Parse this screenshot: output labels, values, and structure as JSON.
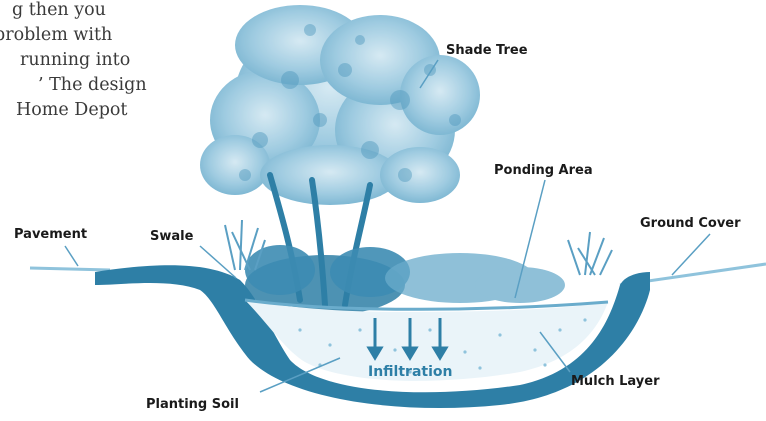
{
  "text_fragment": {
    "lines": [
      "g then you",
      "problem with",
      "running into",
      "’ The design",
      "Home Depot"
    ]
  },
  "labels": {
    "shade_tree": "Shade Tree",
    "ponding_area": "Ponding Area",
    "pavement": "Pavement",
    "swale": "Swale",
    "ground_cover": "Ground Cover",
    "infiltration": "Infiltration",
    "mulch_layer": "Mulch Layer",
    "planting_soil": "Planting Soil"
  },
  "colors": {
    "ink": "#2e7fa6",
    "ink_dark": "#1f6a8f",
    "ink_light": "#8fc3dc",
    "soil_fill": "#eaf4f9"
  }
}
